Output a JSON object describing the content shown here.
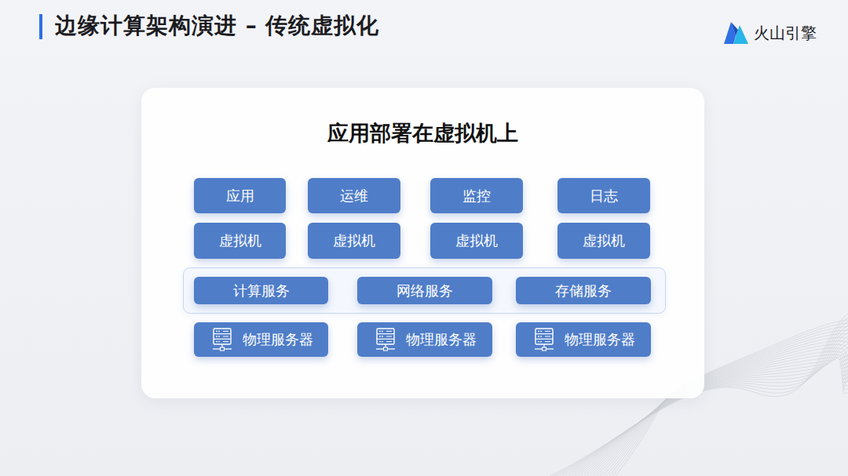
{
  "diagram": {
    "title": "边缘计算架构演进 – 传统虚拟化",
    "nodes": [
      {
        "text": [
          "应用部署在虚拟机上"
        ]
      },
      {
        "text": [
          "应用"
        ],
        "in": 0
      },
      {
        "text": [
          "运维"
        ],
        "in": 0
      },
      {
        "text": [
          "监控"
        ],
        "in": 0
      },
      {
        "text": [
          "日志"
        ],
        "in": 0
      },
      {
        "text": [
          "虚拟机"
        ],
        "in": 0
      },
      {
        "text": [
          "虚拟机"
        ],
        "in": 0
      },
      {
        "text": [
          "虚拟机"
        ],
        "in": 0
      },
      {
        "text": [
          "虚拟机"
        ],
        "in": 0
      },
      {
        "text": [
          "计算服务"
        ],
        "in": 0
      },
      {
        "text": [
          "网络服务"
        ],
        "in": 0
      },
      {
        "text": [
          "存储服务"
        ],
        "in": 0
      },
      {
        "text": [
          "物理服务器"
        ],
        "in": 0
      },
      {
        "text": [
          "物理服务器"
        ],
        "in": 0
      },
      {
        "text": [
          "物理服务器"
        ],
        "in": 0
      }
    ],
    "labels": [
      "火山引擎"
    ]
  }
}
